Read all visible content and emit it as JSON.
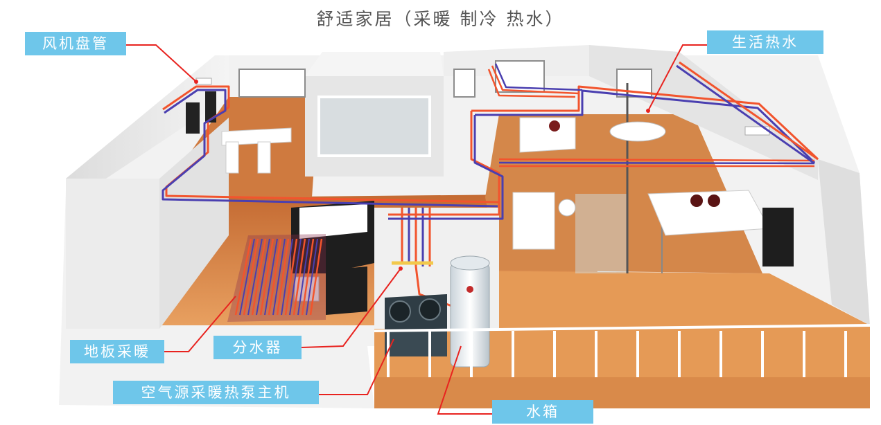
{
  "title": "舒适家居（采暖 制冷 热水）",
  "labels": {
    "fan_coil": "风机盘管",
    "hot_water": "生活热水",
    "floor_heating": "地板采暖",
    "manifold": "分水器",
    "heat_pump": "空气源采暖热泵主机",
    "water_tank": "水箱"
  },
  "colors": {
    "label_bg": "#6ec6ea",
    "leader_line": "#e8231f",
    "hot_pipe": "#f2542d",
    "cold_pipe": "#4a3fb0",
    "floor": "#d9803f",
    "wall": "#e8e8e8"
  }
}
